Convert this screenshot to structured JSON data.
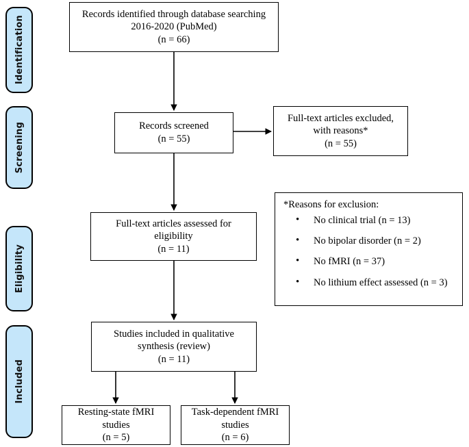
{
  "diagram": {
    "type": "prisma-flow-diagram",
    "colors": {
      "stage_fill": "#c5e6fa",
      "stage_border": "#000000",
      "box_border": "#000000",
      "box_fill": "#ffffff"
    }
  },
  "stages": [
    {
      "label": "Identification"
    },
    {
      "label": "Screening"
    },
    {
      "label": "Eligibility"
    },
    {
      "label": "Included"
    }
  ],
  "boxes": {
    "identified": {
      "line1": "Records identified through database searching",
      "line2": "2016-2020 (PubMed)",
      "line3": "(n = 66)"
    },
    "screened": {
      "line1": "Records screened",
      "line2": "(n = 55)"
    },
    "excluded": {
      "line1": "Full-text articles excluded,",
      "line2": "with reasons*",
      "line3": "(n = 55)"
    },
    "eligibility": {
      "line1": "Full-text articles assessed for",
      "line2": "eligibility",
      "line3": "(n = 11)"
    },
    "synthesis": {
      "line1": "Studies included in qualitative",
      "line2": "synthesis (review)",
      "line3": "(n = 11)"
    },
    "resting_state": {
      "line1": "Resting-state fMRI",
      "line2": "studies",
      "line3": "(n = 5)"
    },
    "task_dependent": {
      "line1": "Task-dependent fMRI",
      "line2": "studies",
      "line3": "(n = 6)"
    }
  },
  "reasons": {
    "title": "*Reasons for exclusion:",
    "items": [
      "No clinical trial (n = 13)",
      "No bipolar disorder (n = 2)",
      "No fMRI (n = 37)",
      "No lithium effect assessed (n = 3)"
    ]
  }
}
